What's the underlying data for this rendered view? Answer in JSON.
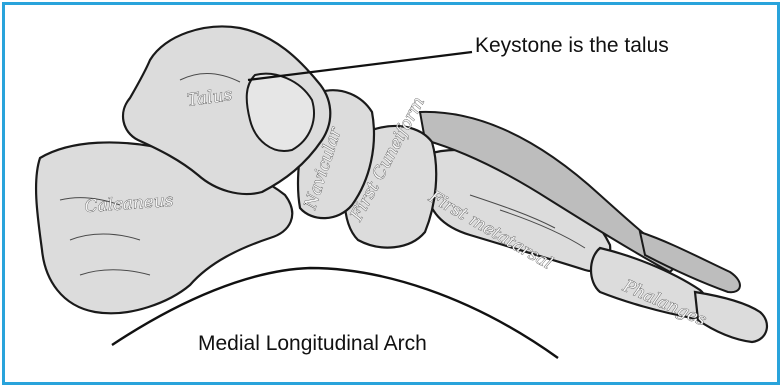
{
  "annotations": {
    "keystone": "Keystone is the talus",
    "arch": "Medial Longitudinal Arch"
  },
  "bones": {
    "talus": "Talus",
    "calcaneus": "Calcaneus",
    "navicular": "Navicular",
    "first_cuneiform": "First Cuneiform",
    "first_metatarsal": "First metatarsal",
    "phalanges": "Phalanges"
  },
  "colors": {
    "border": "#29a3db",
    "bone_fill": "#dcdcdc",
    "outline": "#1a1a1a"
  }
}
